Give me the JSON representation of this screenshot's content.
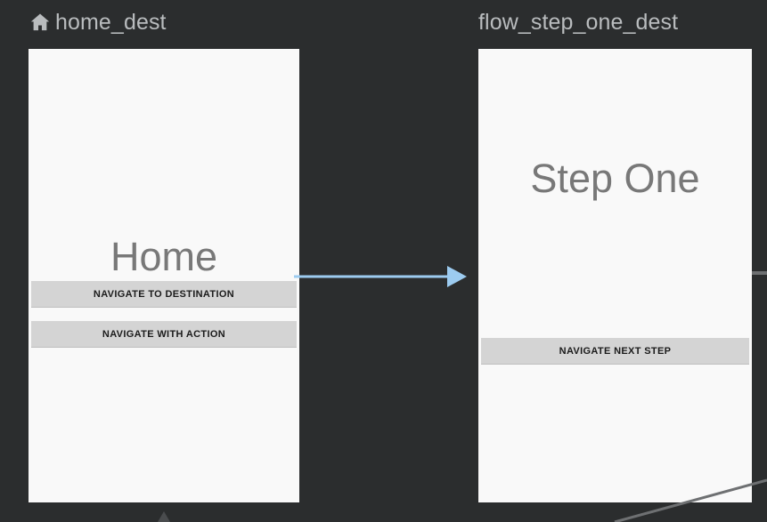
{
  "canvas": {
    "background_color": "#2b2d2e",
    "screen_color": "#f9f9f9",
    "action_arrow_color": "#9ccbf0",
    "edge_color": "#6e7072",
    "button_color": "#d4d4d4",
    "label_color": "#787878",
    "title_color": "#b9bcbe"
  },
  "nodes": [
    {
      "id": "home_dest",
      "title": "home_dest",
      "icon": "home-icon",
      "is_start_destination": true,
      "screen_label": "Home",
      "buttons": [
        {
          "label": "NAVIGATE TO DESTINATION"
        },
        {
          "label": "NAVIGATE WITH ACTION"
        }
      ]
    },
    {
      "id": "flow_step_one_dest",
      "title": "flow_step_one_dest",
      "icon": null,
      "is_start_destination": false,
      "screen_label": "Step One",
      "buttons": [
        {
          "label": "NAVIGATE NEXT STEP"
        }
      ]
    }
  ],
  "connections": [
    {
      "from": "home_dest",
      "to": "flow_step_one_dest",
      "style": "action-arrow",
      "color": "#9ccbf0"
    },
    {
      "from": "flow_step_one_dest",
      "to": "offscreen-right",
      "style": "edge-stub",
      "color": "#6e7072"
    },
    {
      "from": "offscreen",
      "to": "home_dest",
      "style": "edge-tip",
      "color": "#6e7072"
    },
    {
      "from": "offscreen",
      "to": "offscreen",
      "style": "diagonal-edge",
      "color": "#6e7072"
    }
  ]
}
